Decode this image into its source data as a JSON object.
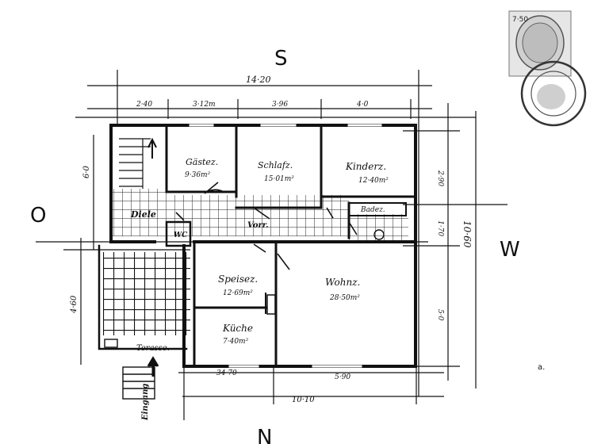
{
  "compass": {
    "south": "S",
    "north": "N",
    "east": "O",
    "west": "W"
  },
  "dimensions": {
    "total_top": "14·20",
    "seg_1": "2·40",
    "seg_2": "3·12m",
    "seg_3": "3·96",
    "seg_4": "4·0",
    "right_1": "2·90",
    "right_2": "1·70",
    "right_3": "5·0",
    "right_total": "10·60",
    "left_upper": "6·0",
    "left_lower": "4·60",
    "bottom_1": "34·70",
    "bottom_2": "5·90",
    "bottom_total": "10·10"
  },
  "rooms": {
    "gaestez": {
      "name": "Gästez.",
      "area": "9·36m²"
    },
    "schlafz": {
      "name": "Schlafz.",
      "area": "15·01m²"
    },
    "kinderz": {
      "name": "Kinderz.",
      "area": "12·40m²"
    },
    "diele": {
      "name": "Diele"
    },
    "vorr": {
      "name": "Vorr."
    },
    "wc": {
      "name": "WC"
    },
    "badez": {
      "name": "Badez."
    },
    "speisez": {
      "name": "Speisez.",
      "area": "12·69m²"
    },
    "wohnz": {
      "name": "Wohnz.",
      "area": "28·50m²"
    },
    "kueche": {
      "name": "Küche",
      "area": "7·40m²"
    },
    "terrasse": {
      "name": "Terasse."
    },
    "eingang": {
      "name": "Eingang"
    }
  },
  "stamp": {
    "value": "7·50"
  }
}
